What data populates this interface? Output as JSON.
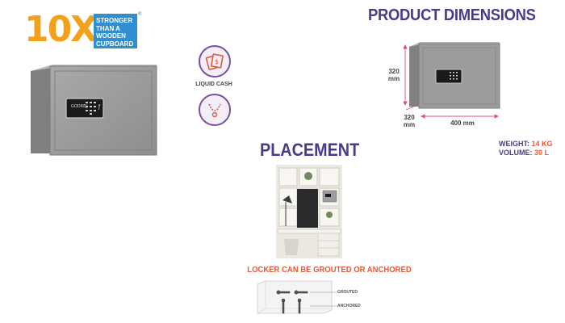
{
  "badge": {
    "big_text": "10X",
    "box_text": "STRONGER\nTHAN A\nWOODEN\nCUPBOARD",
    "mark": "®"
  },
  "features": [
    {
      "label": "LIQUID CASH",
      "icon": "cash-icon"
    },
    {
      "label": "",
      "icon": "necklace-icon"
    }
  ],
  "dimensions": {
    "title": "PRODUCT DIMENSIONS",
    "height": "320\nmm",
    "depth": "320\nmm",
    "width": "400 mm",
    "weight_label": "WEIGHT:",
    "weight_value": "14 KG",
    "volume_label": "VOLUME:",
    "volume_value": "30 L"
  },
  "placement": {
    "title": "PLACEMENT",
    "caption": "LOCKER CAN BE GROUTED OR ANCHORED",
    "grouted_label": "GROUTED",
    "anchored_label": "ANCHORED"
  },
  "colors": {
    "accent_orange": "#f5a01a",
    "badge_blue": "#2f8fd1",
    "heading_purple": "#4a3a8c",
    "highlight_red": "#e35a3a",
    "safe_grey": "#9a9a9c",
    "dimension_line": "#e0506a"
  }
}
